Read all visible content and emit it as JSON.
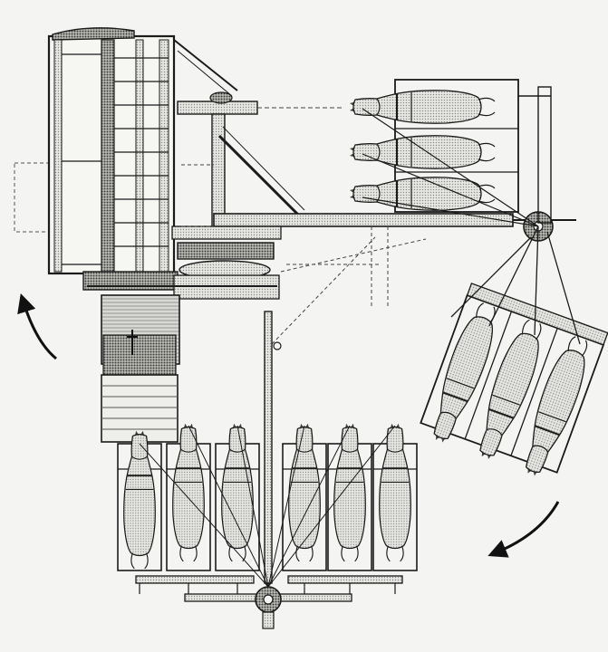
{
  "figure": {
    "alt_description": "",
    "colors": {
      "paper": "#f4f4f2",
      "ink": "#1b1b1b",
      "mid": "#6b6b6b",
      "light": "#c9c9c5",
      "fill": "#e2e2de"
    },
    "icons": {
      "rotate_left": "curved-arrow-icon",
      "rotate_right": "curved-arrow-icon"
    },
    "teams": [
      {
        "id": "top-team",
        "horses": 3,
        "orientation": "left"
      },
      {
        "id": "right-team",
        "horses": 3,
        "orientation": "down-left"
      },
      {
        "id": "bottom-team",
        "horses": 6,
        "orientation": "up"
      }
    ]
  }
}
